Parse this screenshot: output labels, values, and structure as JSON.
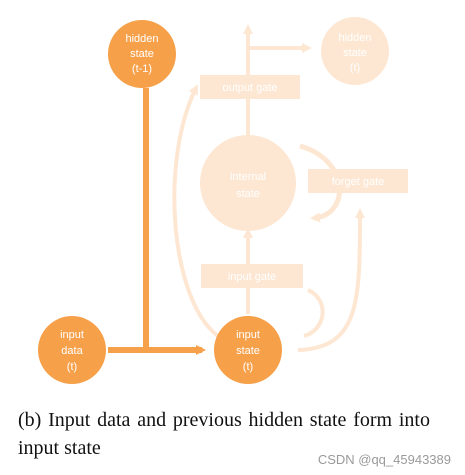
{
  "colors": {
    "active": "#f7a04a",
    "faded": "#fde7d2",
    "faded_light": "#fdebdb",
    "text_on_node": "#ffffff",
    "caption_text": "#111111",
    "watermark_text": "#9a9a9a"
  },
  "nodes": {
    "hidden_prev": [
      "hidden",
      "state",
      "(t-1)"
    ],
    "hidden_curr": [
      "hidden",
      "state",
      "(t)"
    ],
    "internal_state": [
      "internal",
      "state"
    ],
    "input_data": [
      "input",
      "data",
      "(t)"
    ],
    "input_state": [
      "input",
      "state",
      "(t)"
    ]
  },
  "gates": {
    "output_gate": "output gate",
    "forget_gate": "forget gate",
    "input_gate": "input gate"
  },
  "caption": "(b) Input data and previous hidden state form into input state",
  "watermark": "CSDN @qq_45943389"
}
